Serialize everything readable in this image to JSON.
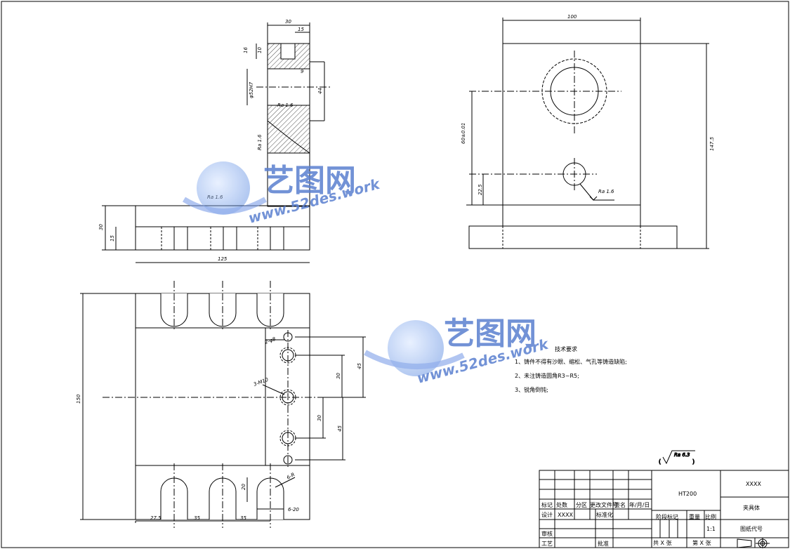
{
  "dimensions": {
    "side_width": "30",
    "slot_width": "15",
    "slot_depth": "16",
    "slot_upper": "10",
    "chamfer": "9",
    "bore_dia": "φ52H7",
    "bore_height": "44",
    "base_height": "30",
    "base_step": "15",
    "base_length": "125",
    "front_width": "100",
    "bore_center": "60±0.01",
    "small_hole_height": "22.5",
    "total_height": "147.5",
    "plan_height": "150",
    "holes_small": "2-φ8",
    "holes_large": "3-M10",
    "hole_spacing_30a": "30",
    "hole_spacing_45a": "45",
    "hole_spacing_30b": "30",
    "hole_spacing_45b": "45",
    "slot_radius": "6-R",
    "slot_h": "20",
    "slot_w": "6-20",
    "pitch_first": "27.5",
    "pitch_1": "35",
    "pitch_2": "35"
  },
  "roughness": {
    "r1": "Ra 1.6",
    "r2": "Ra 1.6",
    "r3": "Ra 1.6",
    "r4": "Ra 1.6",
    "general": "Ra 6.3"
  },
  "notes": {
    "title": "技术要求",
    "items": [
      "1、铸件不得有沙眼、缩松、气孔等铸造缺陷;",
      "2、未注铸造圆角R3~R5;",
      "3、锐角倒钝;"
    ]
  },
  "watermark": {
    "brand": "艺图网",
    "url": "www.52des.work"
  },
  "title_block": {
    "material": "HT200",
    "code": "XXXX",
    "part_name": "夹具体",
    "drawing_no_label": "图纸代号",
    "mark": "标记",
    "count": "处数",
    "zone": "分区",
    "change_doc": "更改文件号",
    "sign": "签名",
    "date": "年/月/日",
    "design": "设计",
    "designer": "XXXX",
    "standardize": "标准化",
    "stage_mark": "阶段标记",
    "weight": "重量",
    "scale": "比例",
    "scale_value": "1:1",
    "review": "审核",
    "process": "工艺",
    "approve": "批准",
    "sheets_total": "共  X  张",
    "sheet_no": "第  X  张"
  }
}
